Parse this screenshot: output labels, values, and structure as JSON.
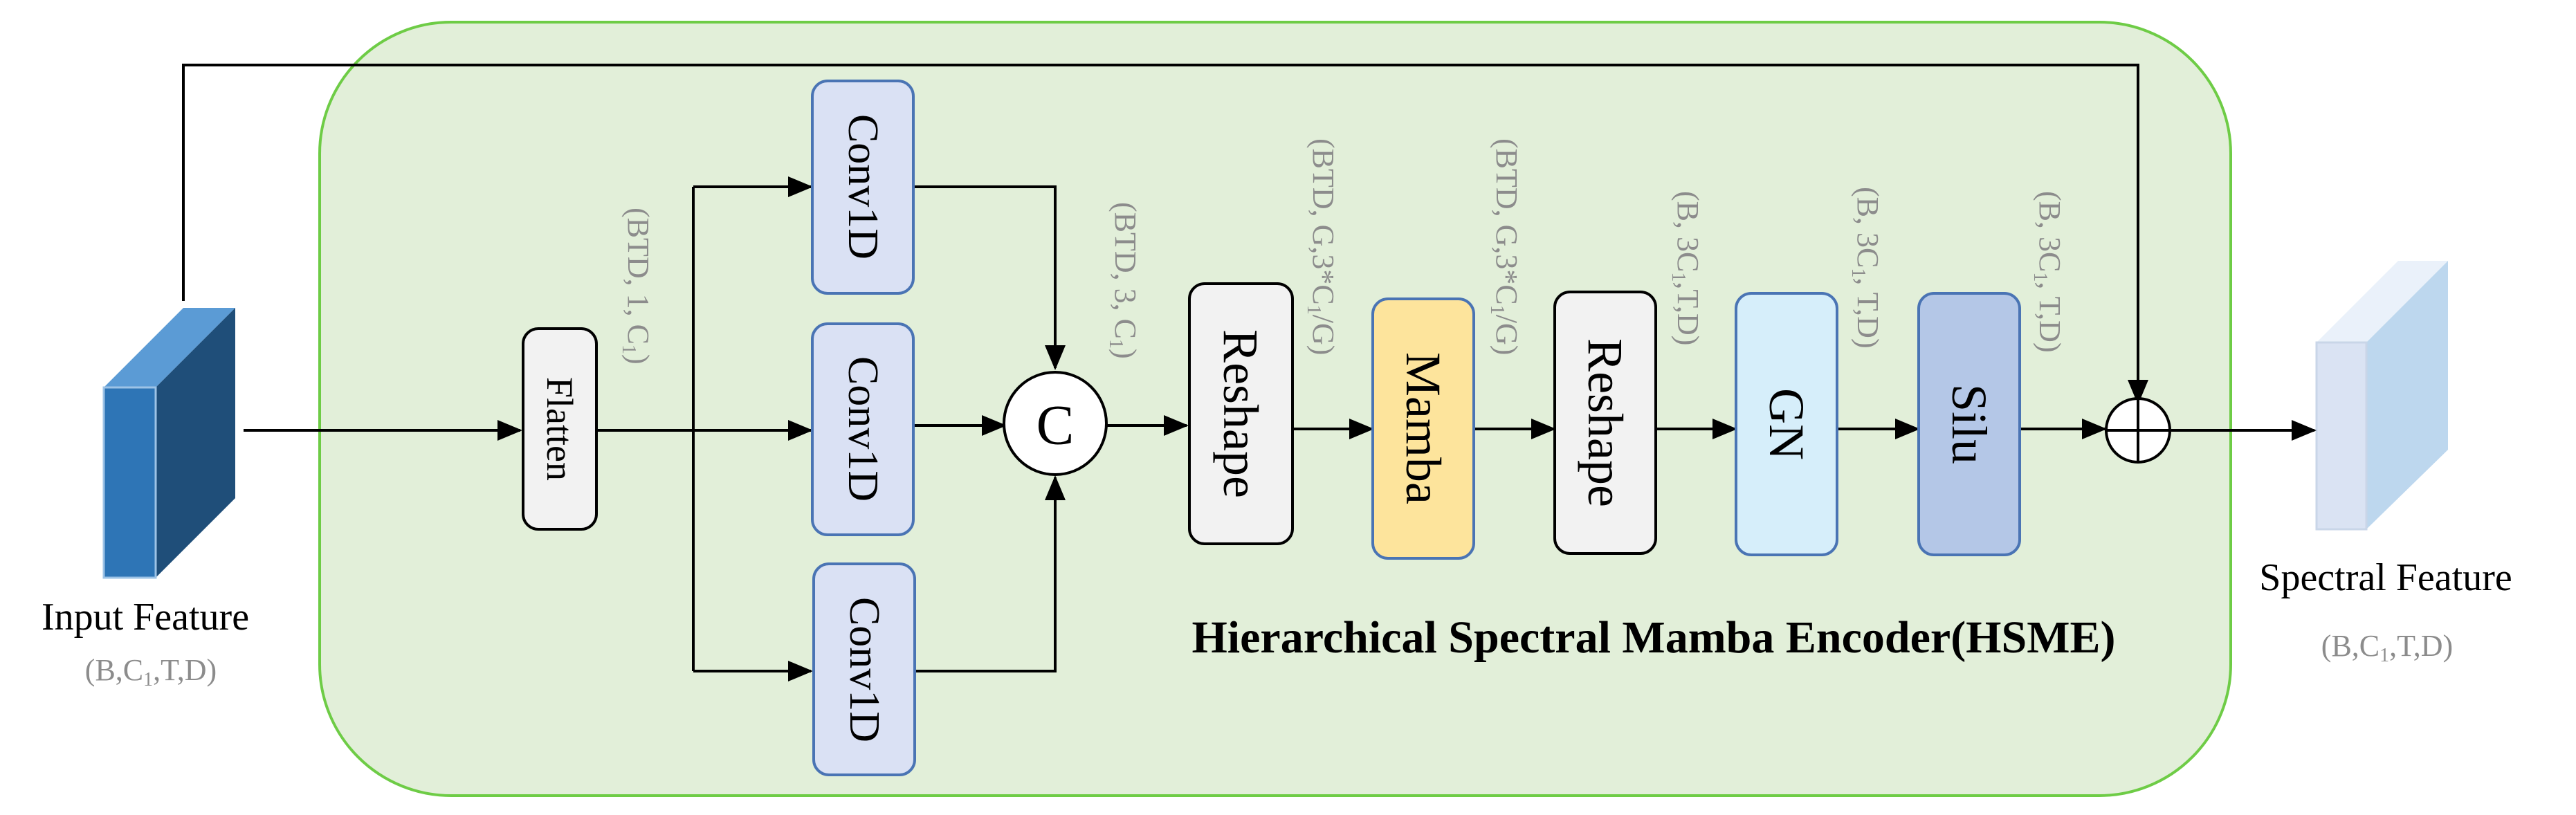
{
  "input": {
    "label": "Input Feature",
    "shape_prefix": "(B,C",
    "shape_sub": "1",
    "shape_suffix": ",T,D)"
  },
  "output": {
    "label": "Spectral Feature",
    "shape_prefix": "(B,C",
    "shape_sub": "1",
    "shape_suffix": ",T,D)"
  },
  "encoder": {
    "title": "Hierarchical Spectral Mamba Encoder(HSME)"
  },
  "blocks": {
    "flatten": "Flatten",
    "conv1d_top": "Conv1D",
    "conv1d_mid": "Conv1D",
    "conv1d_bot": "Conv1D",
    "concat": "C",
    "reshape1": "Reshape",
    "mamba": "Mamba",
    "reshape2": "Reshape",
    "gn": "GN",
    "silu": "Silu"
  },
  "shapes": {
    "after_flatten": {
      "prefix": "(BTD, 1, C",
      "sub": "1",
      "suffix": ")"
    },
    "after_concat": {
      "prefix": "(BTD, 3, C",
      "sub": "1",
      "suffix": ")"
    },
    "after_reshape1": {
      "prefix": "(BTD, G,3*C",
      "sub": "1",
      "suffix": "/G)"
    },
    "after_mamba": {
      "prefix": "(BTD, G,3*C",
      "sub": "1",
      "suffix": "/G)"
    },
    "after_reshape2": {
      "prefix": "(B, 3C",
      "sub": "1",
      "suffix": ",T,D)"
    },
    "after_gn": {
      "prefix": "(B, 3C",
      "sub": "1",
      "suffix": ", T,D)"
    },
    "after_silu": {
      "prefix": "(B, 3C",
      "sub": "1",
      "suffix": ", T,D)"
    }
  },
  "colors": {
    "encoder_bg": "#e2efd9",
    "encoder_border": "#6ecc46",
    "block_border": "#4a74b4",
    "conv_fill": "#dae1f4",
    "neutral_fill": "#f2f2f2",
    "mamba_fill": "#fde49c",
    "gn_fill": "#d6eefa",
    "silu_fill": "#b4c7e7",
    "shape_text": "#8c8c8c",
    "input_front": "#2e75b6",
    "input_side": "#1f4e79",
    "input_top": "#5b9bd5",
    "output_front": "#dae3f3",
    "output_side": "#bdd7ee",
    "output_top": "#eaf1fa"
  }
}
